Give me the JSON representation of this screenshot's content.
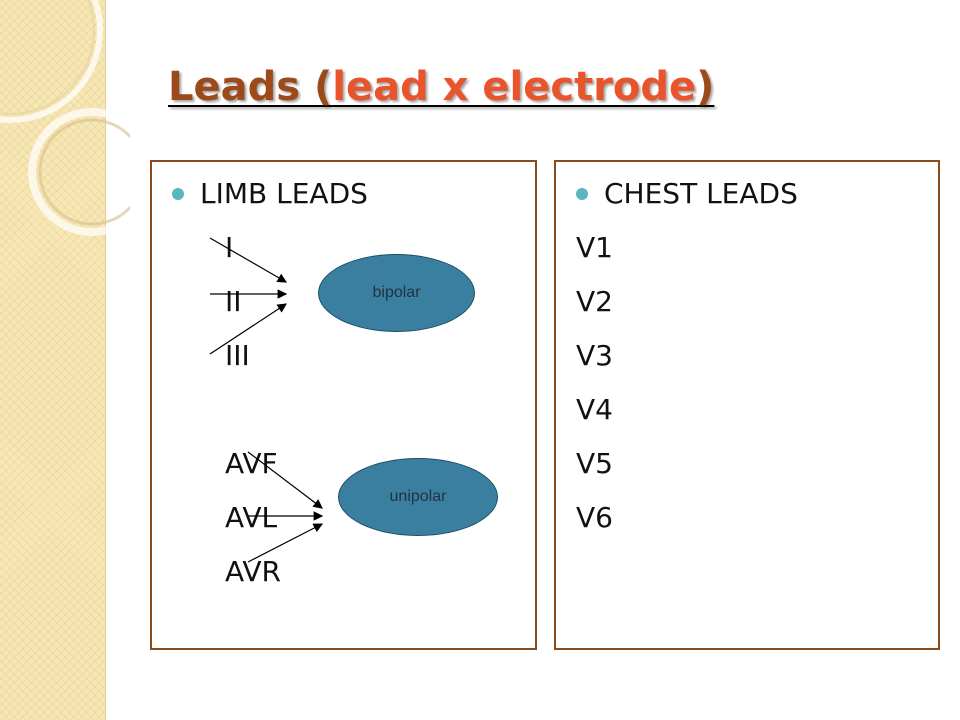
{
  "title": {
    "part1": "Leads (",
    "part2": "lead x electrode",
    "part3": ")"
  },
  "colors": {
    "title_dark": "#9c4a1a",
    "title_red": "#e8542b",
    "panel_border": "#8a4b1c",
    "bullet": "#58b6c0",
    "oval_fill": "#3a7f9f"
  },
  "left_panel": {
    "heading": "LIMB LEADS",
    "items": [
      "I",
      "II",
      "III",
      "AVF",
      "AVL",
      "AVR"
    ],
    "bipolar_label": "bipolar",
    "unipolar_label": "unipolar"
  },
  "right_panel": {
    "heading": "CHEST LEADS",
    "items": [
      "V1",
      "V2",
      "V3",
      "V4",
      "V5",
      "V6"
    ]
  }
}
